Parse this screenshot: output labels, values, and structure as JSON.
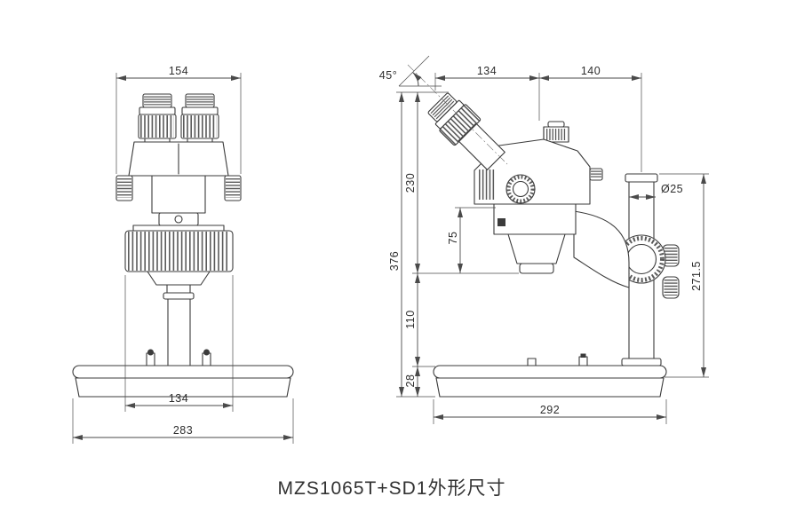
{
  "title": "MZS1065T+SD1外形尺寸",
  "front_view": {
    "dim_head_width": "154",
    "dim_drum_width": "134",
    "dim_base_width": "283"
  },
  "side_view": {
    "dim_eyepiece_angle": "45°",
    "dim_top_front": "134",
    "dim_top_rear": "140",
    "dim_eyepiece_to_lens": "230",
    "dim_total_height": "376",
    "dim_working_distance": "75",
    "dim_lens_to_base": "110",
    "dim_base_thickness": "28",
    "dim_base_depth": "292",
    "dim_pole_diameter": "Ø25",
    "dim_column_height": "271.5"
  }
}
